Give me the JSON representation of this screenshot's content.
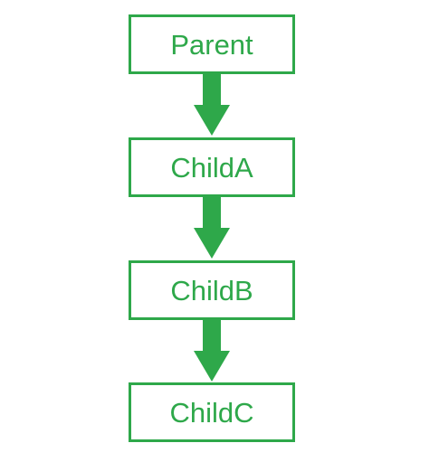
{
  "diagram": {
    "nodes": [
      {
        "label": "Parent"
      },
      {
        "label": "ChildA"
      },
      {
        "label": "ChildB"
      },
      {
        "label": "ChildC"
      }
    ],
    "edges": [
      {
        "from": "Parent",
        "to": "ChildA"
      },
      {
        "from": "ChildA",
        "to": "ChildB"
      },
      {
        "from": "ChildB",
        "to": "ChildC"
      }
    ],
    "colors": {
      "accent": "#2ea84a",
      "background": "#ffffff"
    }
  }
}
